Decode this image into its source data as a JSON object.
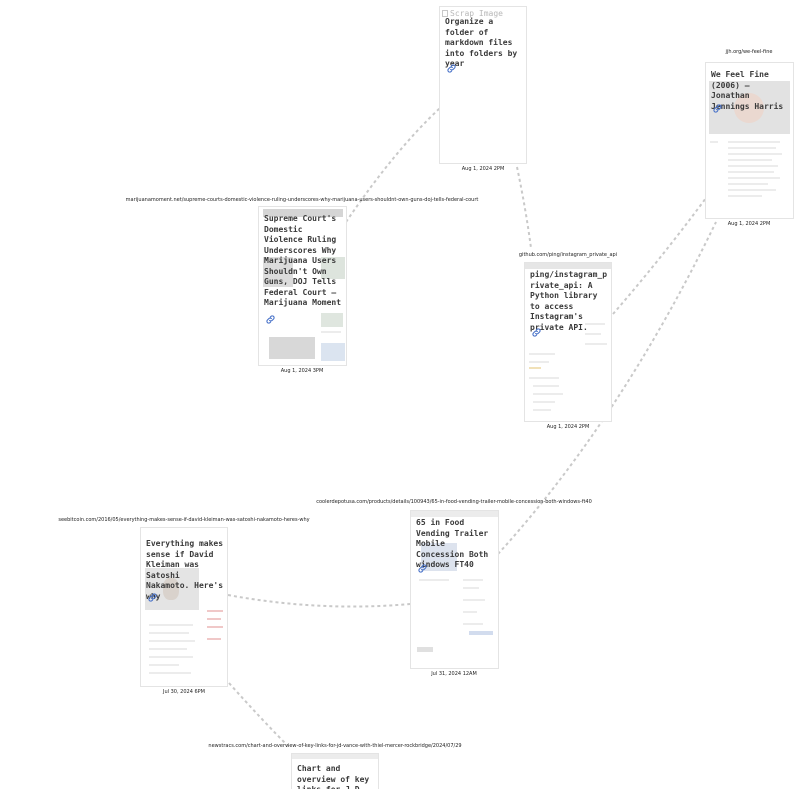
{
  "canvas": {
    "cards": [
      {
        "id": "folder-note",
        "url": "",
        "scrap_label": "Scrap Image",
        "title": "Organize a folder of markdown files into folders by year",
        "date": "Aug 1, 2024 2PM"
      },
      {
        "id": "wefeelfine",
        "url": "jjh.org/we-feel-fine",
        "title": "We Feel Fine (2006) — Jonathan Jennings Harris",
        "date": "Aug 1, 2024 2PM"
      },
      {
        "id": "marijuana",
        "url": "marijuanamoment.net/supreme-courts-domestic-violence-ruling-underscores-why-marijuana-users-shouldnt-own-guns-doj-tells-federal-court",
        "title": "Supreme Court's Domestic Violence Ruling Underscores Why Marijuana Users Shouldn't Own Guns, DOJ Tells Federal Court – Marijuana Moment",
        "date": "Aug 1, 2024 3PM"
      },
      {
        "id": "instagram",
        "url": "github.com/ping/instagram_private_api",
        "title": "ping/instagram_private_api: A Python library to access Instagram's private API.",
        "date": "Aug 1, 2024 2PM"
      },
      {
        "id": "kleiman",
        "url": "seebitcoin.com/2016/05/everything-makes-sense-if-david-kleiman-was-satoshi-nakamoto-heres-why",
        "title": "Everything makes sense if David Kleiman was Satoshi Nakamoto. Here's why",
        "date": "Jul 30, 2024 6PM"
      },
      {
        "id": "vending",
        "url": "coolerdepotusa.com/products/details/100943/65-in-food-vending-trailer-mobile-concession-both-windows-ft40",
        "title": "65 in Food Vending Trailer Mobile Concession Both windows FT40",
        "date": "Jul 31, 2024 12AM"
      },
      {
        "id": "newstracs",
        "url": "newstracs.com/chart-and-overview-of-key-links-for-jd-vance-with-thiel-mercer-rockbridge/2024/07/29",
        "title": "Chart and overview of key links for J.D.",
        "date": ""
      }
    ],
    "icons": {
      "link": "link-icon"
    },
    "colors": {
      "link_icon": "#4b74c9",
      "connector": "#c9c9c9",
      "title_text": "#3a3a3a"
    }
  }
}
